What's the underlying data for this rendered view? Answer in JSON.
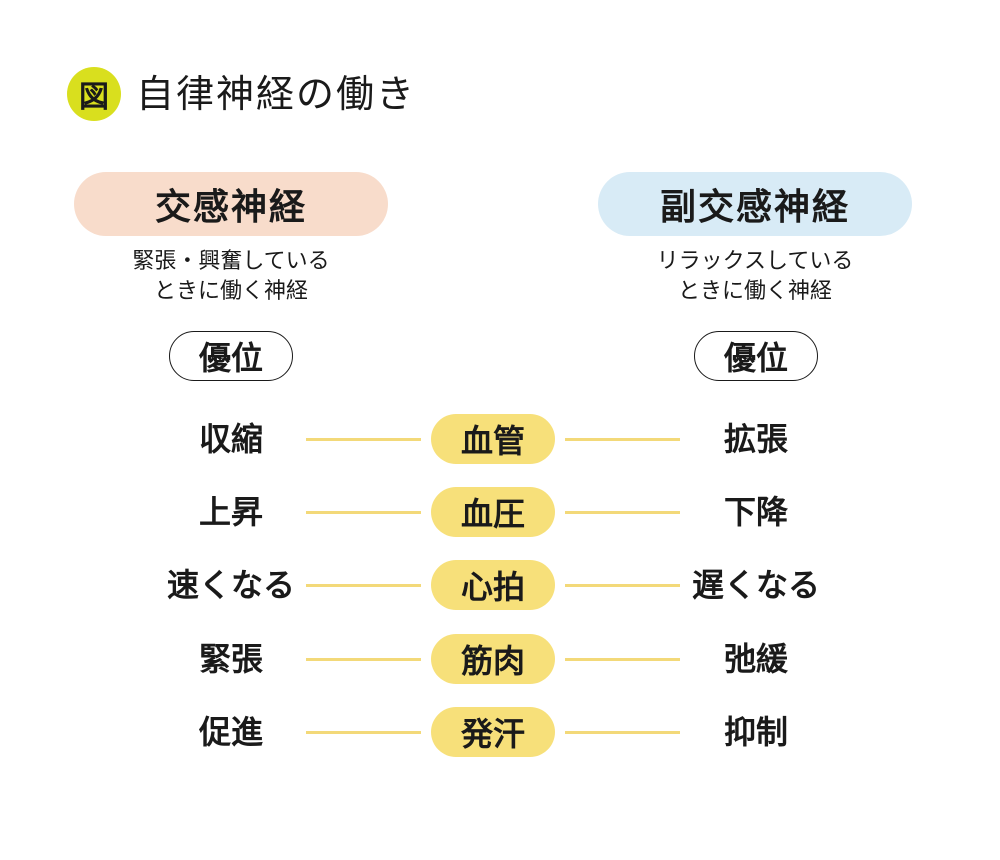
{
  "figure": {
    "badge": "図",
    "title": "自律神経の働き",
    "badge_color": "#d9df1e"
  },
  "sympathetic": {
    "name": "交感神経",
    "description_lines": [
      "緊張・興奮している",
      "ときに働く神経"
    ],
    "dominant_label": "優位",
    "header_color": "#f8dccb"
  },
  "parasympathetic": {
    "name": "副交感神経",
    "description_lines": [
      "リラックスしている",
      "ときに働く神経"
    ],
    "dominant_label": "優位",
    "header_color": "#d8ebf6"
  },
  "organ_pill_color": "#f7e07a",
  "connector_color": "#f3d979",
  "rows": [
    {
      "organ": "血管",
      "sympathetic": "収縮",
      "parasympathetic": "拡張"
    },
    {
      "organ": "血圧",
      "sympathetic": "上昇",
      "parasympathetic": "下降"
    },
    {
      "organ": "心拍",
      "sympathetic": "速くなる",
      "parasympathetic": "遅くなる"
    },
    {
      "organ": "筋肉",
      "sympathetic": "緊張",
      "parasympathetic": "弛緩"
    },
    {
      "organ": "発汗",
      "sympathetic": "促進",
      "parasympathetic": "抑制"
    }
  ]
}
